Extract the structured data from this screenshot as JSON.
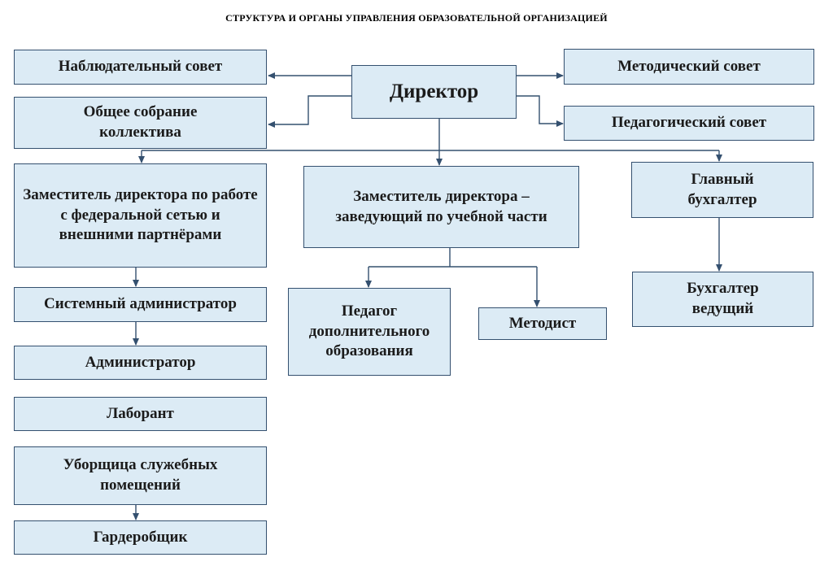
{
  "title": "СТРУКТУРА И ОРГАНЫ УПРАВЛЕНИЯ ОБРАЗОВАТЕЛЬНОЙ ОРГАНИЗАЦИЕЙ",
  "nodes": {
    "director": "Директор",
    "supervisory_board": "Наблюдательный совет",
    "general_meeting": "Общее собрание коллектива",
    "methodical_council": "Методический совет",
    "pedagogical_council": "Педагогический совет",
    "deputy_federal": "Заместитель директора по работе с федеральной сетью и внешними партнёрами",
    "deputy_academic": "Заместитель директора – заведующий по учебной части",
    "chief_accountant": "Главный бухгалтер",
    "system_admin": "Системный администратор",
    "administrator": "Администратор",
    "lab_assistant": "Лаборант",
    "cleaner": "Уборщица служебных помещений",
    "cloakroom": "Гардеробщик",
    "addl_ed_teacher": "Педагог дополнительного образования",
    "methodist": "Методист",
    "lead_accountant": "Бухгалтер ведущий"
  },
  "colors": {
    "box_fill": "#dcebf5",
    "box_border": "#34506f",
    "line": "#34506f"
  }
}
